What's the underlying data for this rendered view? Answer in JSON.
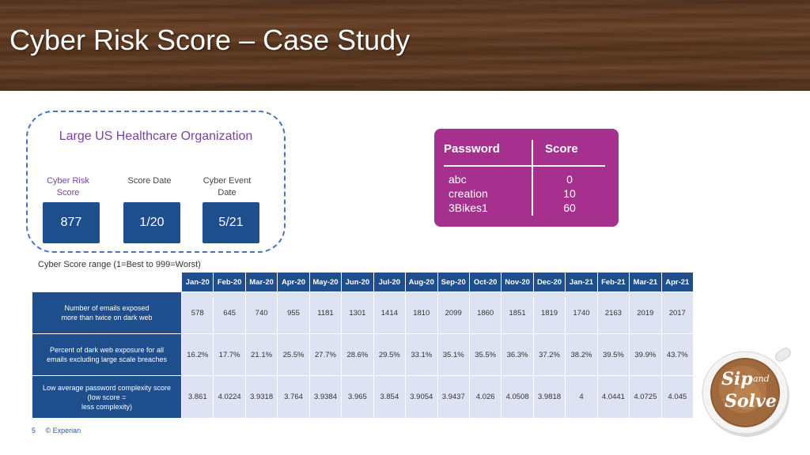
{
  "header": {
    "title": "Cyber Risk Score – Case Study"
  },
  "org": {
    "title": "Large US Healthcare Organization",
    "metrics": [
      {
        "label_line1": "Cyber Risk",
        "label_line2": "Score",
        "value": "877"
      },
      {
        "label_line1": "Score Date",
        "label_line2": "",
        "value": "1/20"
      },
      {
        "label_line1": "Cyber Event",
        "label_line2": "Date",
        "value": "5/21"
      }
    ]
  },
  "password_card": {
    "col1": "Password",
    "col2": "Score",
    "rows": [
      {
        "password": "abc",
        "score": "0"
      },
      {
        "password": "creation",
        "score": "10"
      },
      {
        "password": "3Bikes1",
        "score": "60"
      }
    ]
  },
  "range_note": "Cyber Score range (1=Best to 999=Worst)",
  "table": {
    "columns": [
      "Jan-20",
      "Feb-20",
      "Mar-20",
      "Apr-20",
      "May-20",
      "Jun-20",
      "Jul-20",
      "Aug-20",
      "Sep-20",
      "Oct-20",
      "Nov-20",
      "Dec-20",
      "Jan-21",
      "Feb-21",
      "Mar-21",
      "Apr-21"
    ],
    "rows": [
      {
        "header_line1": "Number of emails exposed",
        "header_line2": "more than twice on dark web",
        "header_line3": "",
        "values": [
          "578",
          "645",
          "740",
          "955",
          "1181",
          "1301",
          "1414",
          "1810",
          "2099",
          "1860",
          "1851",
          "1819",
          "1740",
          "2163",
          "2019",
          "2017"
        ]
      },
      {
        "header_line1": "Percent of dark web exposure for all",
        "header_line2": "emails excluding large scale breaches",
        "header_line3": "",
        "values": [
          "16.2%",
          "17.7%",
          "21.1%",
          "25.5%",
          "27.7%",
          "28.6%",
          "29.5%",
          "33.1%",
          "35.1%",
          "35.5%",
          "36.3%",
          "37.2%",
          "38.2%",
          "39.5%",
          "39.9%",
          "43.7%"
        ]
      },
      {
        "header_line1": "Low average  password complexity score",
        "header_line2": "(low score =",
        "header_line3": "less complexity)",
        "values": [
          "3.861",
          "4.0224",
          "3.9318",
          "3.764",
          "3.9384",
          "3.965",
          "3.854",
          "3.9054",
          "3.9437",
          "4.026",
          "4.0508",
          "3.9818",
          "4",
          "4.0441",
          "4.0725",
          "4.045"
        ]
      }
    ]
  },
  "footer": {
    "page": "5",
    "copyright": "© Experian"
  },
  "logo": {
    "line1": "Sip",
    "line2": "and",
    "line3": "Solve"
  },
  "colors": {
    "primary": "#1f4e8c",
    "accent": "#a6308e",
    "org_title": "#7b3fa8",
    "cell_bg": "#dde3f2"
  }
}
